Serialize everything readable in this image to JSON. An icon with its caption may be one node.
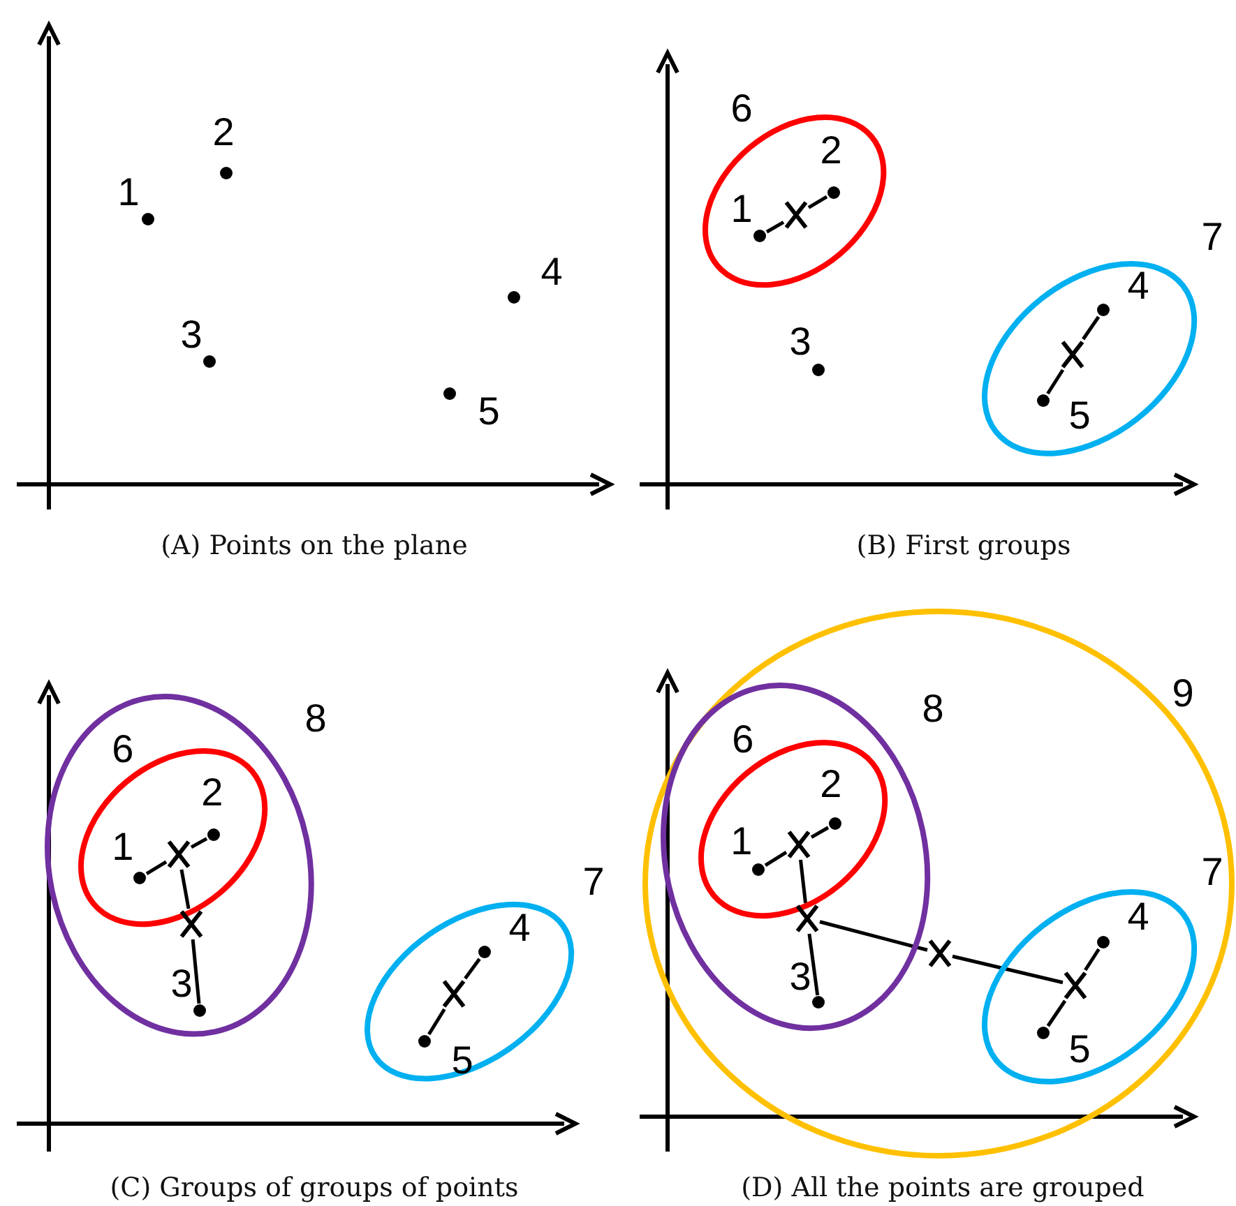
{
  "diagram": {
    "nodes": [
      {
        "text": [],
        "shape": "circle",
        "beside": [
          "1"
        ]
      },
      {
        "text": [],
        "shape": "circle",
        "beside": [
          "2"
        ]
      },
      {
        "text": [],
        "shape": "circle",
        "beside": [
          "3"
        ]
      },
      {
        "text": [],
        "shape": "circle",
        "beside": [
          "4"
        ]
      },
      {
        "text": [],
        "shape": "circle",
        "beside": [
          "5"
        ]
      },
      {
        "text": [
          "6"
        ]
      },
      {
        "text": [],
        "shape": "circle",
        "beside": [
          "1"
        ],
        "in": 5
      },
      {
        "text": [],
        "shape": "cross",
        "in": 5
      },
      {
        "text": [],
        "shape": "circle",
        "beside": [
          "2"
        ],
        "in": 5
      },
      {
        "text": [],
        "shape": "circle",
        "beside": [
          "3"
        ]
      },
      {
        "text": [
          "7"
        ]
      },
      {
        "text": [],
        "shape": "circle",
        "beside": [
          "4"
        ],
        "in": 10
      },
      {
        "text": [],
        "shape": "cross",
        "in": 10
      },
      {
        "text": [],
        "shape": "circle",
        "beside": [
          "5"
        ],
        "in": 10
      },
      {
        "text": [
          "8"
        ]
      },
      {
        "text": [
          "6"
        ],
        "in": 14
      },
      {
        "text": [],
        "shape": "circle",
        "beside": [
          "1"
        ],
        "in": 15
      },
      {
        "text": [],
        "shape": "cross",
        "in": 15
      },
      {
        "text": [],
        "shape": "circle",
        "beside": [
          "2"
        ],
        "in": 15
      },
      {
        "text": [],
        "shape": "cross",
        "in": 14
      },
      {
        "text": [],
        "shape": "circle",
        "beside": [
          "3"
        ],
        "in": 14
      },
      {
        "text": [
          "7"
        ]
      },
      {
        "text": [],
        "shape": "circle",
        "beside": [
          "4"
        ],
        "in": 21
      },
      {
        "text": [],
        "shape": "cross",
        "in": 21
      },
      {
        "text": [],
        "shape": "circle",
        "beside": [
          "5"
        ],
        "in": 21
      },
      {
        "text": [
          "9"
        ]
      },
      {
        "text": [
          "8"
        ],
        "in": 25
      },
      {
        "text": [
          "6"
        ],
        "in": 26
      },
      {
        "text": [],
        "shape": "circle",
        "beside": [
          "1"
        ],
        "in": 27
      },
      {
        "text": [],
        "shape": "cross",
        "in": 27
      },
      {
        "text": [],
        "shape": "circle",
        "beside": [
          "2"
        ],
        "in": 27
      },
      {
        "text": [],
        "shape": "cross",
        "in": 26
      },
      {
        "text": [],
        "shape": "circle",
        "beside": [
          "3"
        ],
        "in": 26
      },
      {
        "text": [],
        "shape": "cross",
        "in": 25
      },
      {
        "text": [
          "7"
        ],
        "in": 25
      },
      {
        "text": [],
        "shape": "circle",
        "beside": [
          "4"
        ],
        "in": 34
      },
      {
        "text": [],
        "shape": "cross",
        "in": 34
      },
      {
        "text": [],
        "shape": "circle",
        "beside": [
          "5"
        ],
        "in": 34
      }
    ],
    "edges": [
      {
        "from": 6,
        "to": 7,
        "arrow": "none"
      },
      {
        "from": 7,
        "to": 8,
        "arrow": "none"
      },
      {
        "from": 11,
        "to": 12,
        "arrow": "none"
      },
      {
        "from": 12,
        "to": 13,
        "arrow": "none"
      },
      {
        "from": 16,
        "to": 17,
        "arrow": "none"
      },
      {
        "from": 17,
        "to": 18,
        "arrow": "none"
      },
      {
        "from": 22,
        "to": 23,
        "arrow": "none"
      },
      {
        "from": 23,
        "to": 24,
        "arrow": "none"
      },
      {
        "from": 17,
        "to": 19,
        "arrow": "none"
      },
      {
        "from": 19,
        "to": 20,
        "arrow": "none"
      },
      {
        "from": 28,
        "to": 29,
        "arrow": "none"
      },
      {
        "from": 29,
        "to": 30,
        "arrow": "none"
      },
      {
        "from": 35,
        "to": 36,
        "arrow": "none"
      },
      {
        "from": 36,
        "to": 37,
        "arrow": "none"
      },
      {
        "from": 29,
        "to": 31,
        "arrow": "none"
      },
      {
        "from": 31,
        "to": 32,
        "arrow": "none"
      },
      {
        "from": 31,
        "to": 33,
        "arrow": "none"
      },
      {
        "from": 33,
        "to": 36,
        "arrow": "none"
      }
    ],
    "labels": [
      "(A) Points on the plane",
      "(B) First groups",
      "(C) Groups of groups of points",
      "(D) All the points are grouped"
    ]
  }
}
